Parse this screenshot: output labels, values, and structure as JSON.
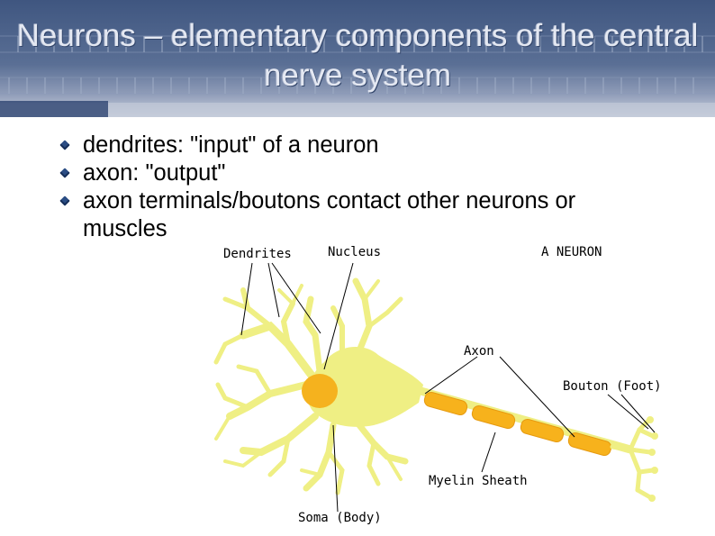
{
  "slide": {
    "title": "Neurons – elementary components of the central nerve system",
    "bullets": [
      "dendrites: \"input\" of a neuron",
      "axon: \"output\"",
      "axon terminals/boutons contact other neurons or muscles"
    ]
  },
  "diagram": {
    "labels": {
      "dendrites": "Dendrites",
      "nucleus": "Nucleus",
      "a_neuron": "A NEURON",
      "axon": "Axon",
      "bouton": "Bouton (Foot)",
      "myelin": "Myelin Sheath",
      "soma": "Soma (Body)"
    },
    "colors": {
      "cell_body": "#efef84",
      "nucleus": "#f5b21e",
      "myelin": "#f7b21c",
      "header": "#4a5f88"
    }
  }
}
